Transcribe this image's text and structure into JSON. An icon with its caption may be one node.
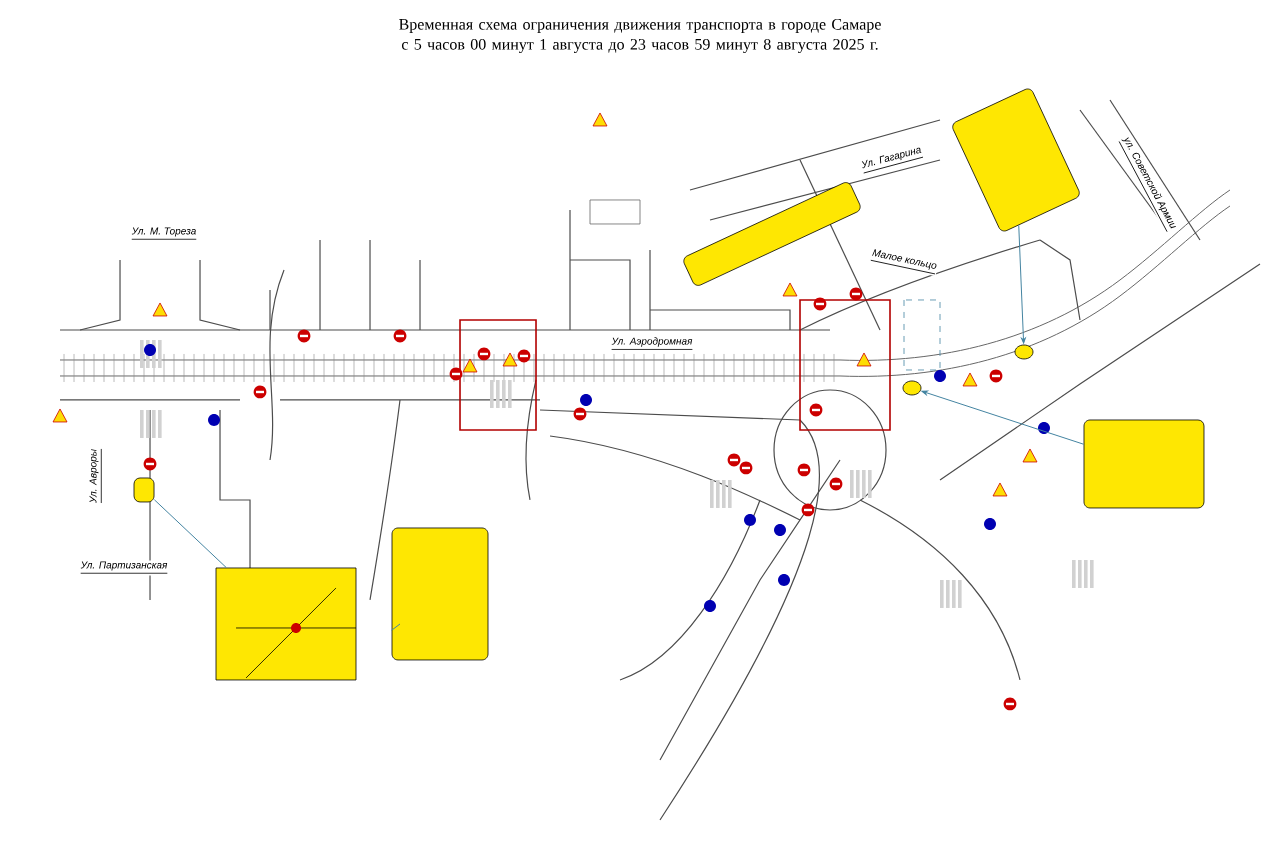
{
  "diagram": {
    "title": "Временная схема ограничения движения транспорта в городе Самаре с 5 часов 00 минут 1 августа до 23 часов 59 минут 8 августа 2025 г.",
    "nodes": [
      {
        "text": [],
        "shape": "picture"
      },
      {
        "text": [],
        "shape": "box"
      },
      {
        "text": [],
        "shape": "box"
      },
      {
        "text": [],
        "shape": "box"
      },
      {
        "text": [],
        "shape": "box"
      },
      {
        "text": [],
        "shape": "box"
      },
      {
        "text": [],
        "shape": "circle"
      },
      {
        "text": [],
        "shape": "circle"
      }
    ],
    "edges": [
      {
        "from": 0,
        "to": 1,
        "arrow": "none"
      },
      {
        "from": 2,
        "to": null,
        "arrow": "none"
      },
      {
        "from": 4,
        "to": 7,
        "arrow": "to"
      },
      {
        "from": 5,
        "to": 6,
        "arrow": "to"
      }
    ],
    "labels": [
      "Ул. М. Тореза",
      "Ул. Авроры",
      "Ул. Партизанская",
      "Ул. Аэродромная",
      "Ул. Гагарина",
      "Малое кольцо",
      "ул. Советской Армии"
    ]
  }
}
